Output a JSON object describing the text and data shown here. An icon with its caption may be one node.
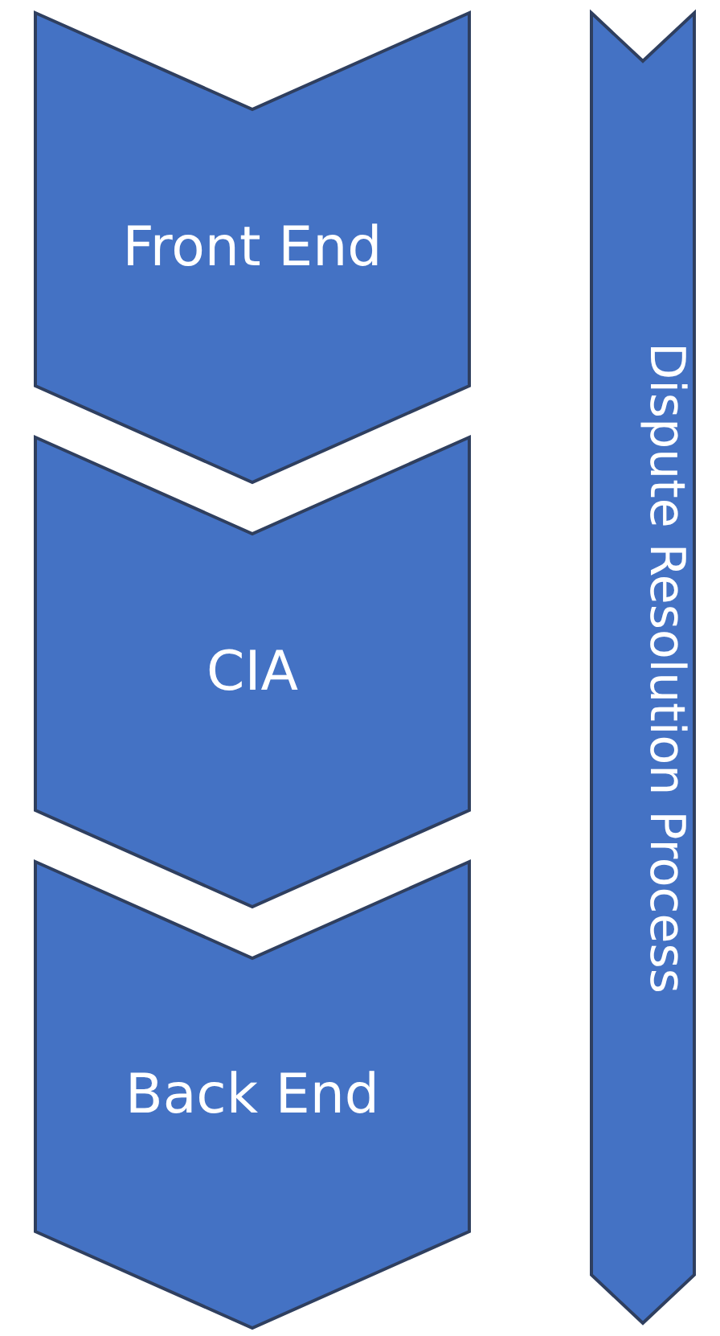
{
  "diagram": {
    "nodes": [
      {
        "text": [
          "Front End"
        ]
      },
      {
        "text": [
          "CIA"
        ]
      },
      {
        "text": [
          "Back End"
        ]
      },
      {
        "text": [
          "Dispute Resolution Process"
        ]
      }
    ]
  }
}
